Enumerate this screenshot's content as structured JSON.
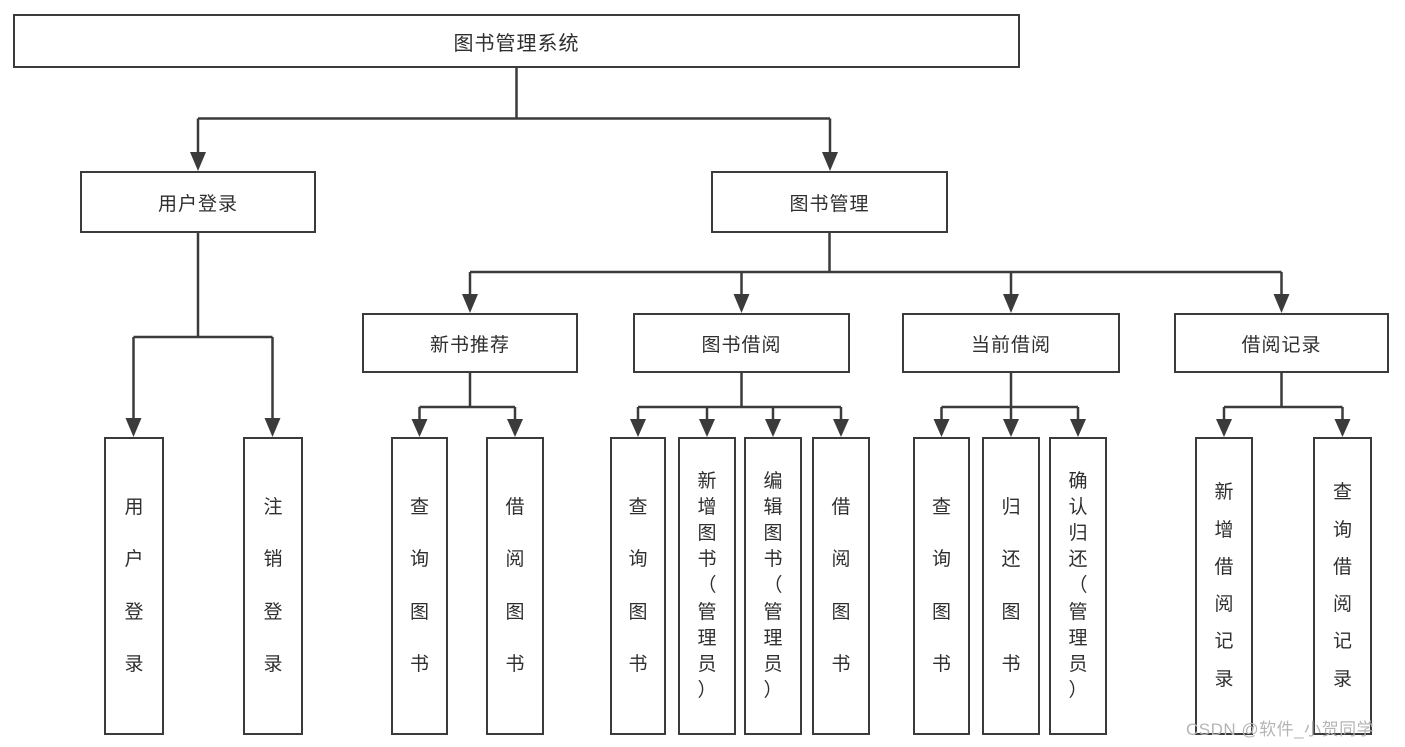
{
  "diagram": {
    "title": "图书管理系统",
    "type": "hierarchy-tree",
    "colors": {
      "line": "#3b3b3b",
      "text": "#2f2f2f",
      "box_fill": "#ffffff",
      "background": "#ffffff",
      "watermark": "#b5b5b5"
    },
    "watermark": "CSDN @软件_小贺同学"
  },
  "tree": {
    "label": "图书管理系统",
    "children": [
      {
        "label": "用户登录",
        "children": [
          {
            "label": "用户登录"
          },
          {
            "label": "注销登录"
          }
        ]
      },
      {
        "label": "图书管理",
        "children": [
          {
            "label": "新书推荐",
            "children": [
              {
                "label": "查询图书"
              },
              {
                "label": "借阅图书"
              }
            ]
          },
          {
            "label": "图书借阅",
            "children": [
              {
                "label": "查询图书"
              },
              {
                "label": "新增图书（管理员）"
              },
              {
                "label": "编辑图书（管理员）"
              },
              {
                "label": "借阅图书"
              }
            ]
          },
          {
            "label": "当前借阅",
            "children": [
              {
                "label": "查询图书"
              },
              {
                "label": "归还图书"
              },
              {
                "label": "确认归还（管理员）"
              }
            ]
          },
          {
            "label": "借阅记录",
            "children": [
              {
                "label": "新增借阅记录"
              },
              {
                "label": "查询借阅记录"
              }
            ]
          }
        ]
      }
    ]
  }
}
